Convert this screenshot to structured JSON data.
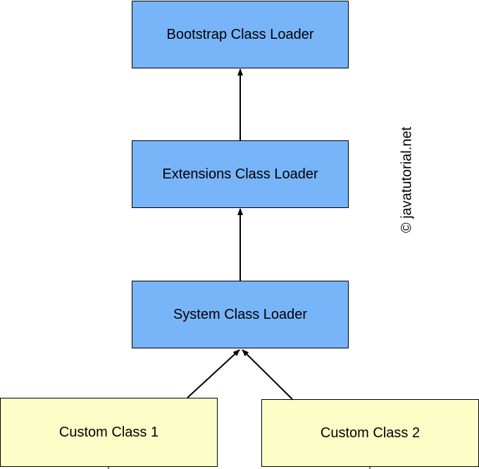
{
  "nodes": {
    "bootstrap": "Bootstrap Class Loader",
    "extensions": "Extensions Class Loader",
    "system": "System Class Loader",
    "custom1": "Custom Class 1",
    "custom2": "Custom Class 2"
  },
  "edges": [
    {
      "from": "extensions",
      "to": "bootstrap"
    },
    {
      "from": "system",
      "to": "extensions"
    },
    {
      "from": "custom1",
      "to": "system"
    },
    {
      "from": "custom2",
      "to": "system"
    }
  ],
  "watermark": "© javatutorial.net",
  "colors": {
    "loader_fill": "#78b4f8",
    "custom_fill": "#fdfdc8",
    "stroke": "#000000"
  }
}
